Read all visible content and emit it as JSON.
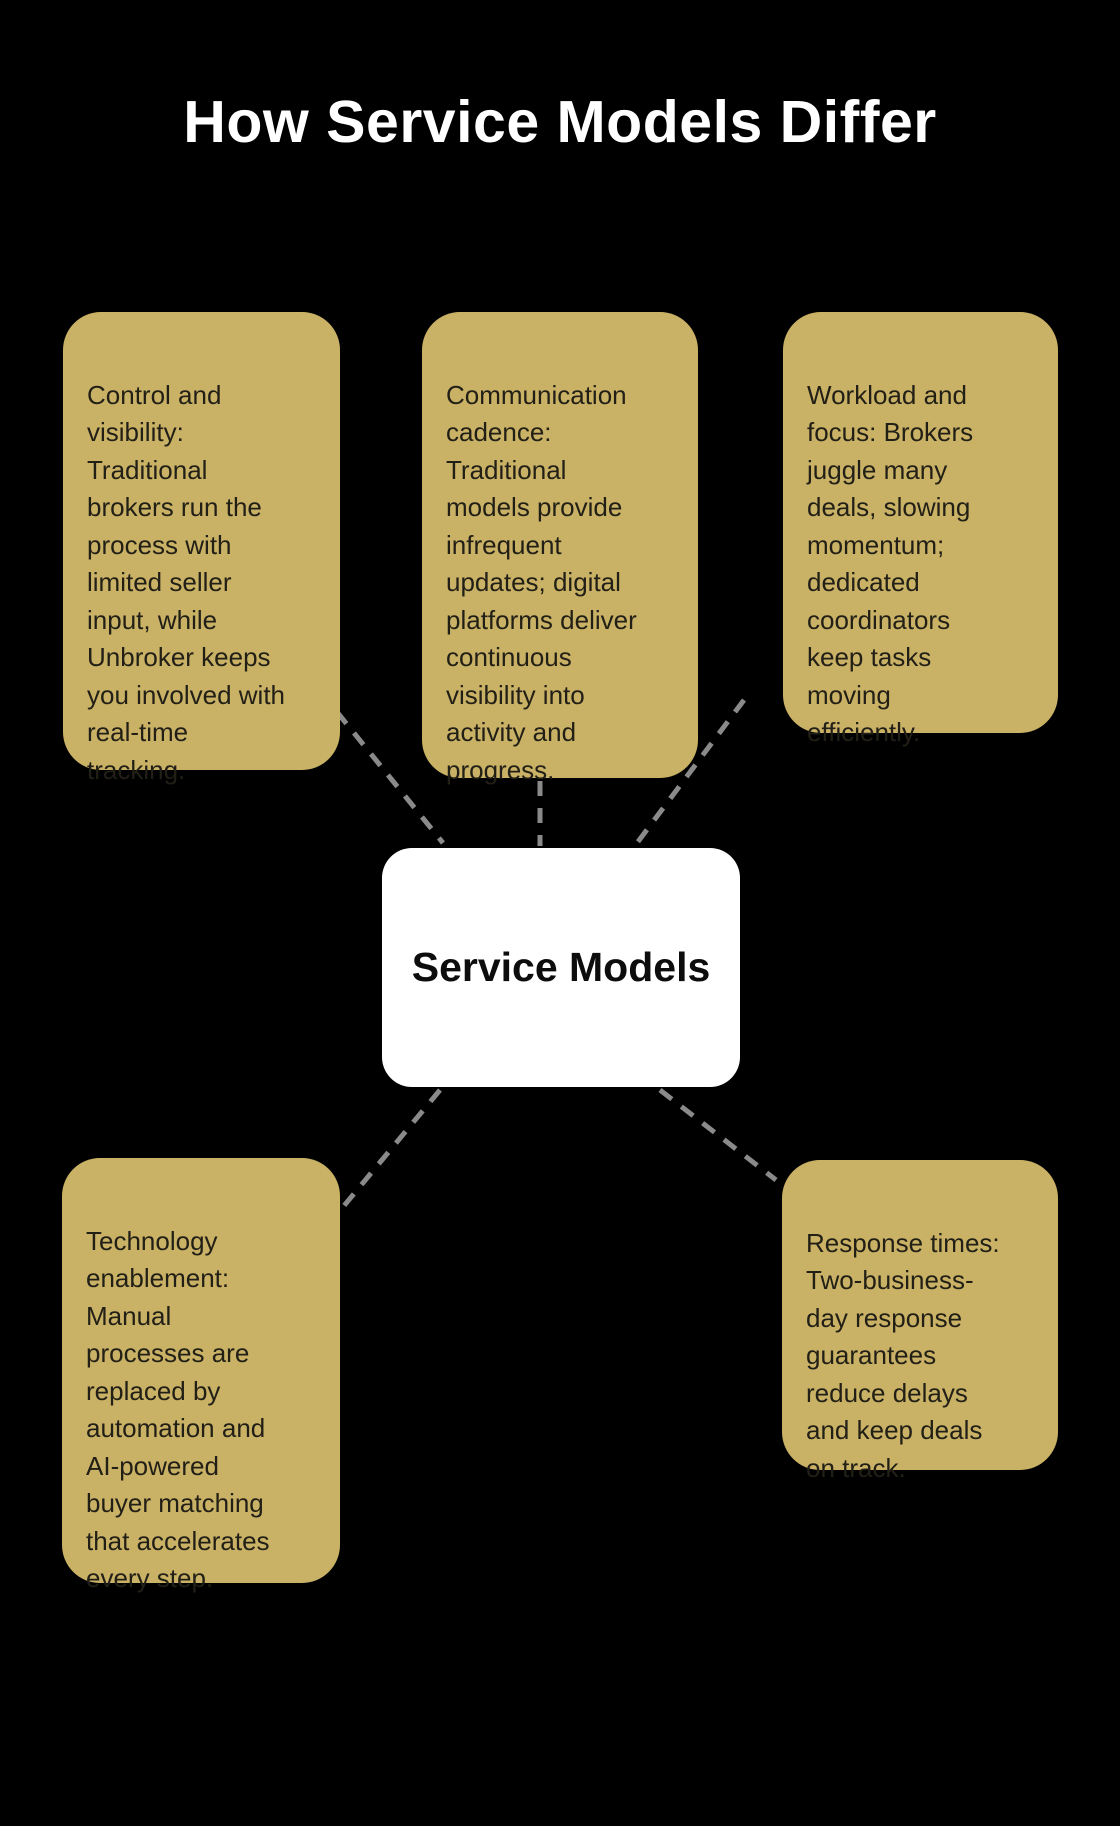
{
  "title": "How Service Models Differ",
  "center": {
    "label": "Service Models"
  },
  "nodes": [
    {
      "id": "control-and-visibility",
      "text": "Control and\nvisibility:\nTraditional\nbrokers run the\nprocess with\nlimited seller\ninput, while\nUnbroker keeps\nyou involved with\nreal-time\ntracking."
    },
    {
      "id": "communication-cadence",
      "text": "Communication\ncadence:\nTraditional\nmodels provide\ninfrequent\nupdates; digital\nplatforms deliver\ncontinuous\nvisibility into\nactivity and\nprogress."
    },
    {
      "id": "workload-and-focus",
      "text": "Workload and\nfocus: Brokers\njuggle many\ndeals, slowing\nmomentum;\ndedicated\ncoordinators\nkeep tasks\nmoving\nefficiently."
    },
    {
      "id": "technology-enablement",
      "text": "Technology\nenablement:\nManual\nprocesses are\nreplaced by\nautomation and\nAI-powered\nbuyer matching\nthat accelerates\nevery step."
    },
    {
      "id": "response-times",
      "text": "Response times:\nTwo-business-\nday response\nguarantees\nreduce delays\nand keep deals\non track."
    }
  ],
  "colors": {
    "background": "#000000",
    "title_text": "#ffffff",
    "node_fill": "#C9B165",
    "node_text": "#211F16",
    "center_fill": "#ffffff",
    "center_text": "#0d0d0d",
    "connector": "#8a8a8a"
  }
}
